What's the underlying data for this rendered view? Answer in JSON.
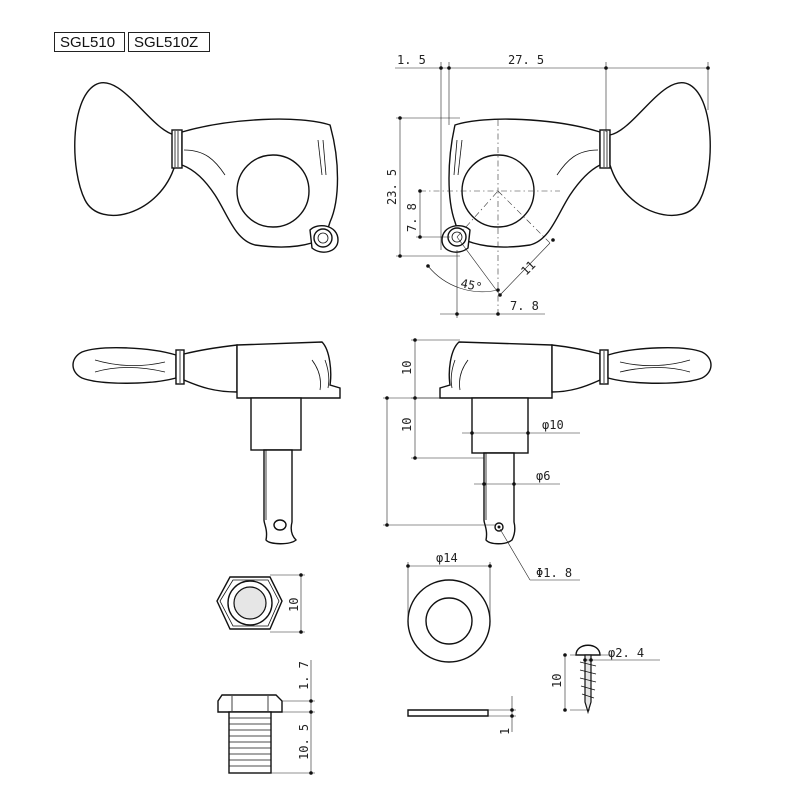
{
  "models": [
    "SGL510",
    "SGL510Z"
  ],
  "dimensions": {
    "d_1_5": "1. 5",
    "d_27_5": "27. 5",
    "d_23_5": "23. 5",
    "d_7_8_v": "7. 8",
    "d_11": "11",
    "d_45": "45°",
    "d_7_8_h": "7. 8",
    "d_10_head": "10",
    "d_10_post": "10",
    "d_phi10": "φ10",
    "d_phi6": "φ6",
    "d_phi1_8": "Φ1. 8",
    "d_phi14": "φ14",
    "d_nut10": "10",
    "d_1_7": "1. 7",
    "d_10_5": "10. 5",
    "d_washer1": "1",
    "d_phi2_4": "φ2. 4",
    "d_screw10": "10"
  }
}
